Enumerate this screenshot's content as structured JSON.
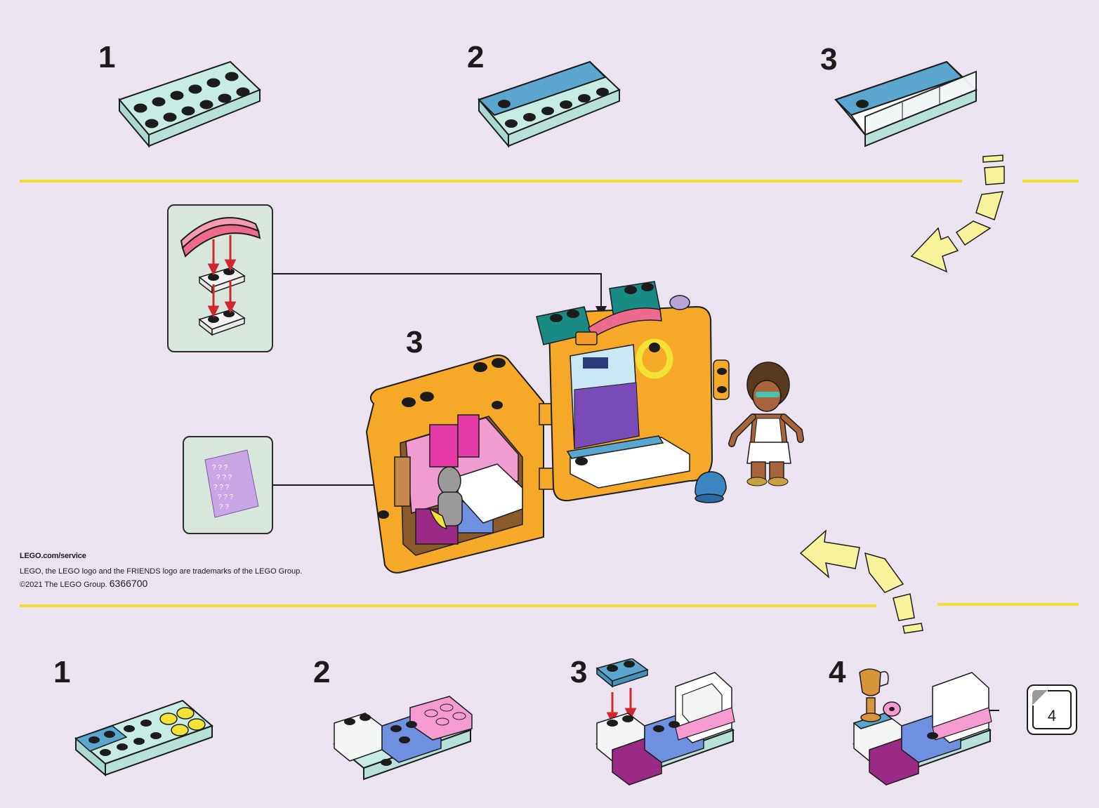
{
  "top_row": {
    "steps": [
      {
        "number": "1",
        "icon": "plate-2x6-mint-icon"
      },
      {
        "number": "2",
        "icon": "plate-with-blue-tiles-icon"
      },
      {
        "number": "3",
        "icon": "plate-with-transparent-bricks-icon"
      }
    ]
  },
  "main_step": {
    "number": "3",
    "callouts": [
      {
        "icon": "pink-arch-and-transparent-plates-icon"
      },
      {
        "icon": "purple-sticker-sheet-icon"
      }
    ],
    "icons": [
      "cube-opened-icon",
      "minifigure-icon",
      "blue-cap-icon"
    ]
  },
  "bottom_row": {
    "steps": [
      {
        "number": "1",
        "icon": "plate-with-yellow-studs-icon"
      },
      {
        "number": "2",
        "icon": "plate-with-bricks-icon"
      },
      {
        "number": "3",
        "icon": "plate-with-seat-icon"
      },
      {
        "number": "4",
        "icon": "plate-with-trophy-icon"
      }
    ],
    "page_ref": "4"
  },
  "footer": {
    "service": "LEGO.com/service",
    "trademark": "LEGO, the LEGO logo and the FRIENDS logo are trademarks of the LEGO Group.",
    "copyright": "©2021 The LEGO Group.",
    "code": "6366700"
  },
  "colors": {
    "background": "#ece3f1",
    "divider": "#f2dc2c",
    "callout_bg": "#d8e6dc",
    "cube_orange": "#f6a929",
    "teal": "#1a8a84",
    "mint": "#c6ece4",
    "blue_tile": "#5aa6cf",
    "pink": "#ee6a8c",
    "magenta": "#b02a8a",
    "arrow_red": "#d0262f",
    "arrow_yellow": "#f7f39a"
  }
}
